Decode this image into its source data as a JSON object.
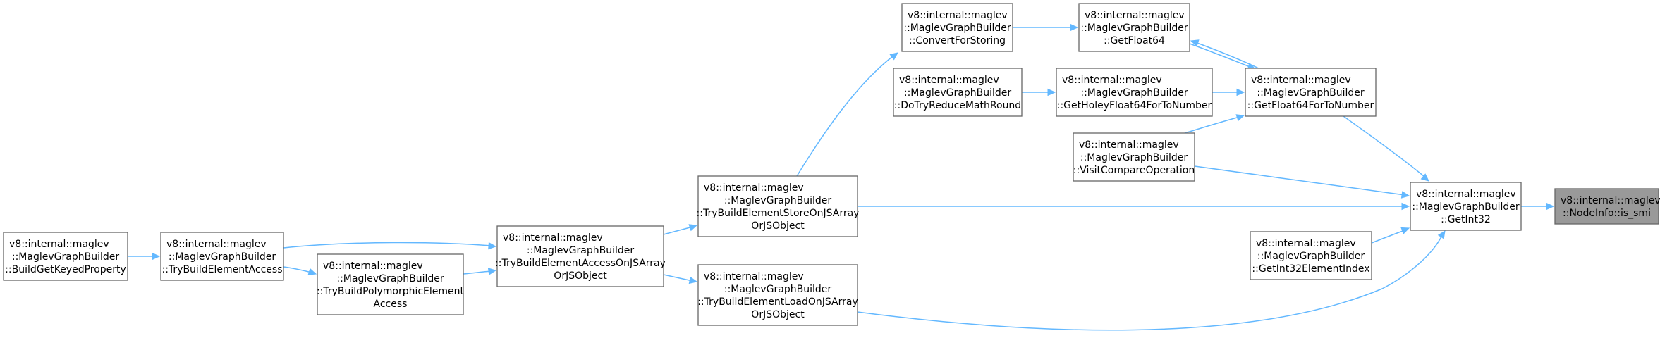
{
  "nodes": [
    {
      "id": "is_smi",
      "lines": [
        "v8::internal::maglev",
        "::NodeInfo::is_smi"
      ],
      "highlight": true
    },
    {
      "id": "GetInt32",
      "lines": [
        "v8::internal::maglev",
        "::MaglevGraphBuilder",
        "::GetInt32"
      ]
    },
    {
      "id": "GetFloat64ForToNumber",
      "lines": [
        "v8::internal::maglev",
        "::MaglevGraphBuilder",
        "::GetFloat64ForToNumber"
      ]
    },
    {
      "id": "GetFloat64",
      "lines": [
        "v8::internal::maglev",
        "::MaglevGraphBuilder",
        "::GetFloat64"
      ]
    },
    {
      "id": "ConvertForStoring",
      "lines": [
        "v8::internal::maglev",
        "::MaglevGraphBuilder",
        "::ConvertForStoring"
      ]
    },
    {
      "id": "GetHoleyFloat64ForToNumber",
      "lines": [
        "v8::internal::maglev",
        "::MaglevGraphBuilder",
        "::GetHoleyFloat64ForToNumber"
      ]
    },
    {
      "id": "DoTryReduceMathRound",
      "lines": [
        "v8::internal::maglev",
        "::MaglevGraphBuilder",
        "::DoTryReduceMathRound"
      ]
    },
    {
      "id": "VisitCompareOperation",
      "lines": [
        "v8::internal::maglev",
        "::MaglevGraphBuilder",
        "::VisitCompareOperation"
      ]
    },
    {
      "id": "GetInt32ElementIndex",
      "lines": [
        "v8::internal::maglev",
        "::MaglevGraphBuilder",
        "::GetInt32ElementIndex"
      ]
    },
    {
      "id": "TryBuildElementStoreOnJSArrayOrJSObject",
      "lines": [
        "v8::internal::maglev",
        "::MaglevGraphBuilder",
        "::TryBuildElementStoreOnJSArray",
        "OrJSObject"
      ]
    },
    {
      "id": "TryBuildElementLoadOnJSArrayOrJSObject",
      "lines": [
        "v8::internal::maglev",
        "::MaglevGraphBuilder",
        "::TryBuildElementLoadOnJSArray",
        "OrJSObject"
      ]
    },
    {
      "id": "TryBuildElementAccessOnJSArrayOrJSObject",
      "lines": [
        "v8::internal::maglev",
        "::MaglevGraphBuilder",
        "::TryBuildElementAccessOnJSArray",
        "OrJSObject"
      ]
    },
    {
      "id": "TryBuildPolymorphicElementAccess",
      "lines": [
        "v8::internal::maglev",
        "::MaglevGraphBuilder",
        "::TryBuildPolymorphicElement",
        "Access"
      ]
    },
    {
      "id": "TryBuildElementAccess",
      "lines": [
        "v8::internal::maglev",
        "::MaglevGraphBuilder",
        "::TryBuildElementAccess"
      ]
    },
    {
      "id": "BuildGetKeyedProperty",
      "lines": [
        "v8::internal::maglev",
        "::MaglevGraphBuilder",
        "::BuildGetKeyedProperty"
      ]
    }
  ],
  "edges": [
    {
      "from": "GetInt32",
      "to": "is_smi"
    },
    {
      "from": "GetFloat64ForToNumber",
      "to": "GetInt32"
    },
    {
      "from": "VisitCompareOperation",
      "to": "GetInt32"
    },
    {
      "from": "TryBuildElementStoreOnJSArrayOrJSObject",
      "to": "GetInt32"
    },
    {
      "from": "GetInt32ElementIndex",
      "to": "GetInt32"
    },
    {
      "from": "TryBuildElementLoadOnJSArrayOrJSObject",
      "to": "GetInt32"
    },
    {
      "from": "GetFloat64",
      "to": "GetFloat64ForToNumber"
    },
    {
      "from": "GetFloat64ForToNumber",
      "to": "GetFloat64"
    },
    {
      "from": "GetHoleyFloat64ForToNumber",
      "to": "GetFloat64ForToNumber"
    },
    {
      "from": "VisitCompareOperation",
      "to": "GetFloat64ForToNumber"
    },
    {
      "from": "ConvertForStoring",
      "to": "GetFloat64"
    },
    {
      "from": "DoTryReduceMathRound",
      "to": "GetHoleyFloat64ForToNumber"
    },
    {
      "from": "TryBuildElementStoreOnJSArrayOrJSObject",
      "to": "ConvertForStoring"
    },
    {
      "from": "TryBuildElementAccessOnJSArrayOrJSObject",
      "to": "TryBuildElementStoreOnJSArrayOrJSObject"
    },
    {
      "from": "TryBuildElementAccessOnJSArrayOrJSObject",
      "to": "TryBuildElementLoadOnJSArrayOrJSObject"
    },
    {
      "from": "TryBuildPolymorphicElementAccess",
      "to": "TryBuildElementAccessOnJSArrayOrJSObject"
    },
    {
      "from": "TryBuildElementAccess",
      "to": "TryBuildElementAccessOnJSArrayOrJSObject"
    },
    {
      "from": "TryBuildElementAccess",
      "to": "TryBuildPolymorphicElementAccess"
    },
    {
      "from": "BuildGetKeyedProperty",
      "to": "TryBuildElementAccess"
    }
  ],
  "colors": {
    "edge": "#63b8ff",
    "node_border": "#666666",
    "highlight_fill": "#999999"
  }
}
